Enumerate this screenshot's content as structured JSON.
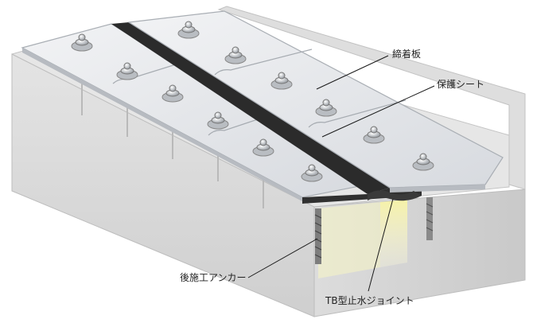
{
  "labels": {
    "clamp_plate": "締着板",
    "protective_sheet": "保護シート",
    "anchor": "後施工アンカー",
    "tb_joint": "TB型止水ジョイント"
  },
  "colors": {
    "concrete_top": "#e9e9e9",
    "concrete_side": "#d6d6d6",
    "plate": "#e3e5e8",
    "plate_edge": "#a9aeb4",
    "sheet": "#2b2b2b",
    "joint_glow": "#f4f1b5",
    "leader": "#1a1a1a"
  }
}
